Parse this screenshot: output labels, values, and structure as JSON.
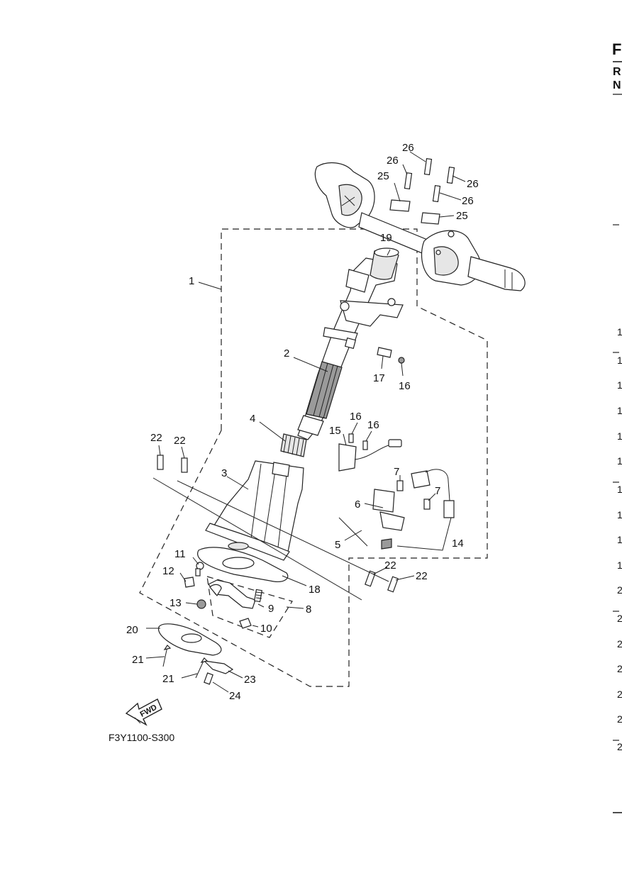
{
  "page_header": {
    "letter_f": "F",
    "letter_r": "R",
    "letter_n": "N"
  },
  "callouts": {
    "c1": "1",
    "c2": "2",
    "c3": "3",
    "c4": "4",
    "c5": "5",
    "c6": "6",
    "c7a": "7",
    "c7b": "7",
    "c8": "8",
    "c9": "9",
    "c10": "10",
    "c11": "11",
    "c12": "12",
    "c13": "13",
    "c14": "14",
    "c15": "15",
    "c16a": "16",
    "c16b": "16",
    "c16c": "16",
    "c17": "17",
    "c18": "18",
    "c19": "19",
    "c20": "20",
    "c21a": "21",
    "c21b": "21",
    "c22a": "22",
    "c22b": "22",
    "c22c": "22",
    "c22d": "22",
    "c23": "23",
    "c24": "24",
    "c25a": "25",
    "c25b": "25",
    "c26a": "26",
    "c26b": "26",
    "c26c": "26",
    "c26d": "26"
  },
  "fwd_label": "FWD",
  "figure_ref": "F3Y1100-S300",
  "right_edge_numbers": [
    "1",
    "1",
    "1",
    "1",
    "1",
    "1",
    "1",
    "1",
    "1",
    "1",
    "2",
    "2",
    "2",
    "2",
    "2",
    "2",
    "2"
  ]
}
